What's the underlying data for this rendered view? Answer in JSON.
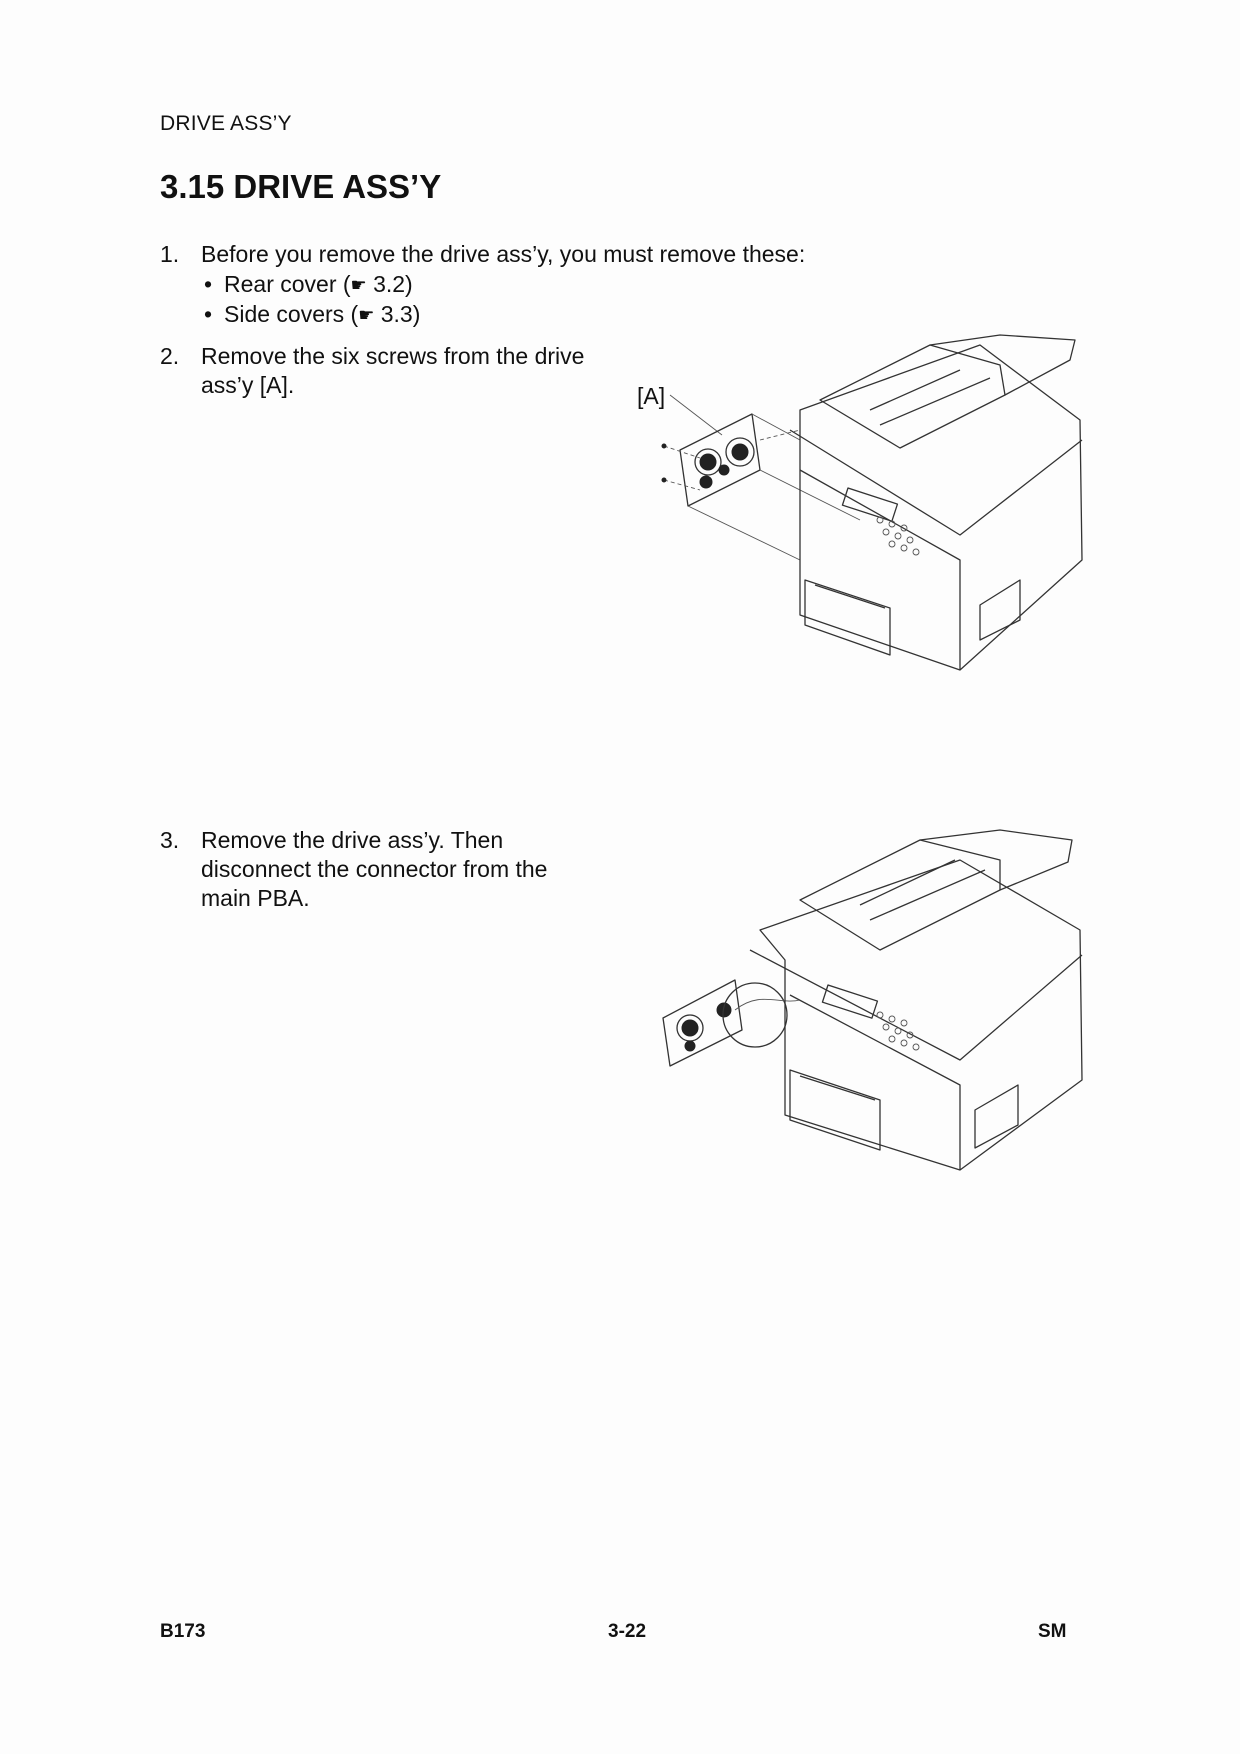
{
  "header": {
    "section_label": "DRIVE ASS’Y"
  },
  "title": "3.15 DRIVE ASS’Y",
  "steps": [
    {
      "number": "1.",
      "lines": [
        "Before you remove the drive ass’y, you must remove these:"
      ],
      "bullets": [
        {
          "text_before": "Rear cover (",
          "ref": "3.2)"
        },
        {
          "text_before": "Side covers (",
          "ref": "3.3)"
        }
      ]
    },
    {
      "number": "2.",
      "lines": [
        "Remove the six screws from the drive",
        "ass’y [A]."
      ]
    },
    {
      "number": "3.",
      "lines": [
        "Remove the drive ass’y. Then",
        "disconnect the connector from the",
        "main PBA."
      ]
    }
  ],
  "figures": [
    {
      "callout": "[A]",
      "icon": "printer-drive-assembly-illustration"
    },
    {
      "icon": "printer-connector-illustration"
    }
  ],
  "bullet_icon": "pointing-hand-icon",
  "footer": {
    "left": "B173",
    "center": "3-22",
    "right": "SM"
  }
}
